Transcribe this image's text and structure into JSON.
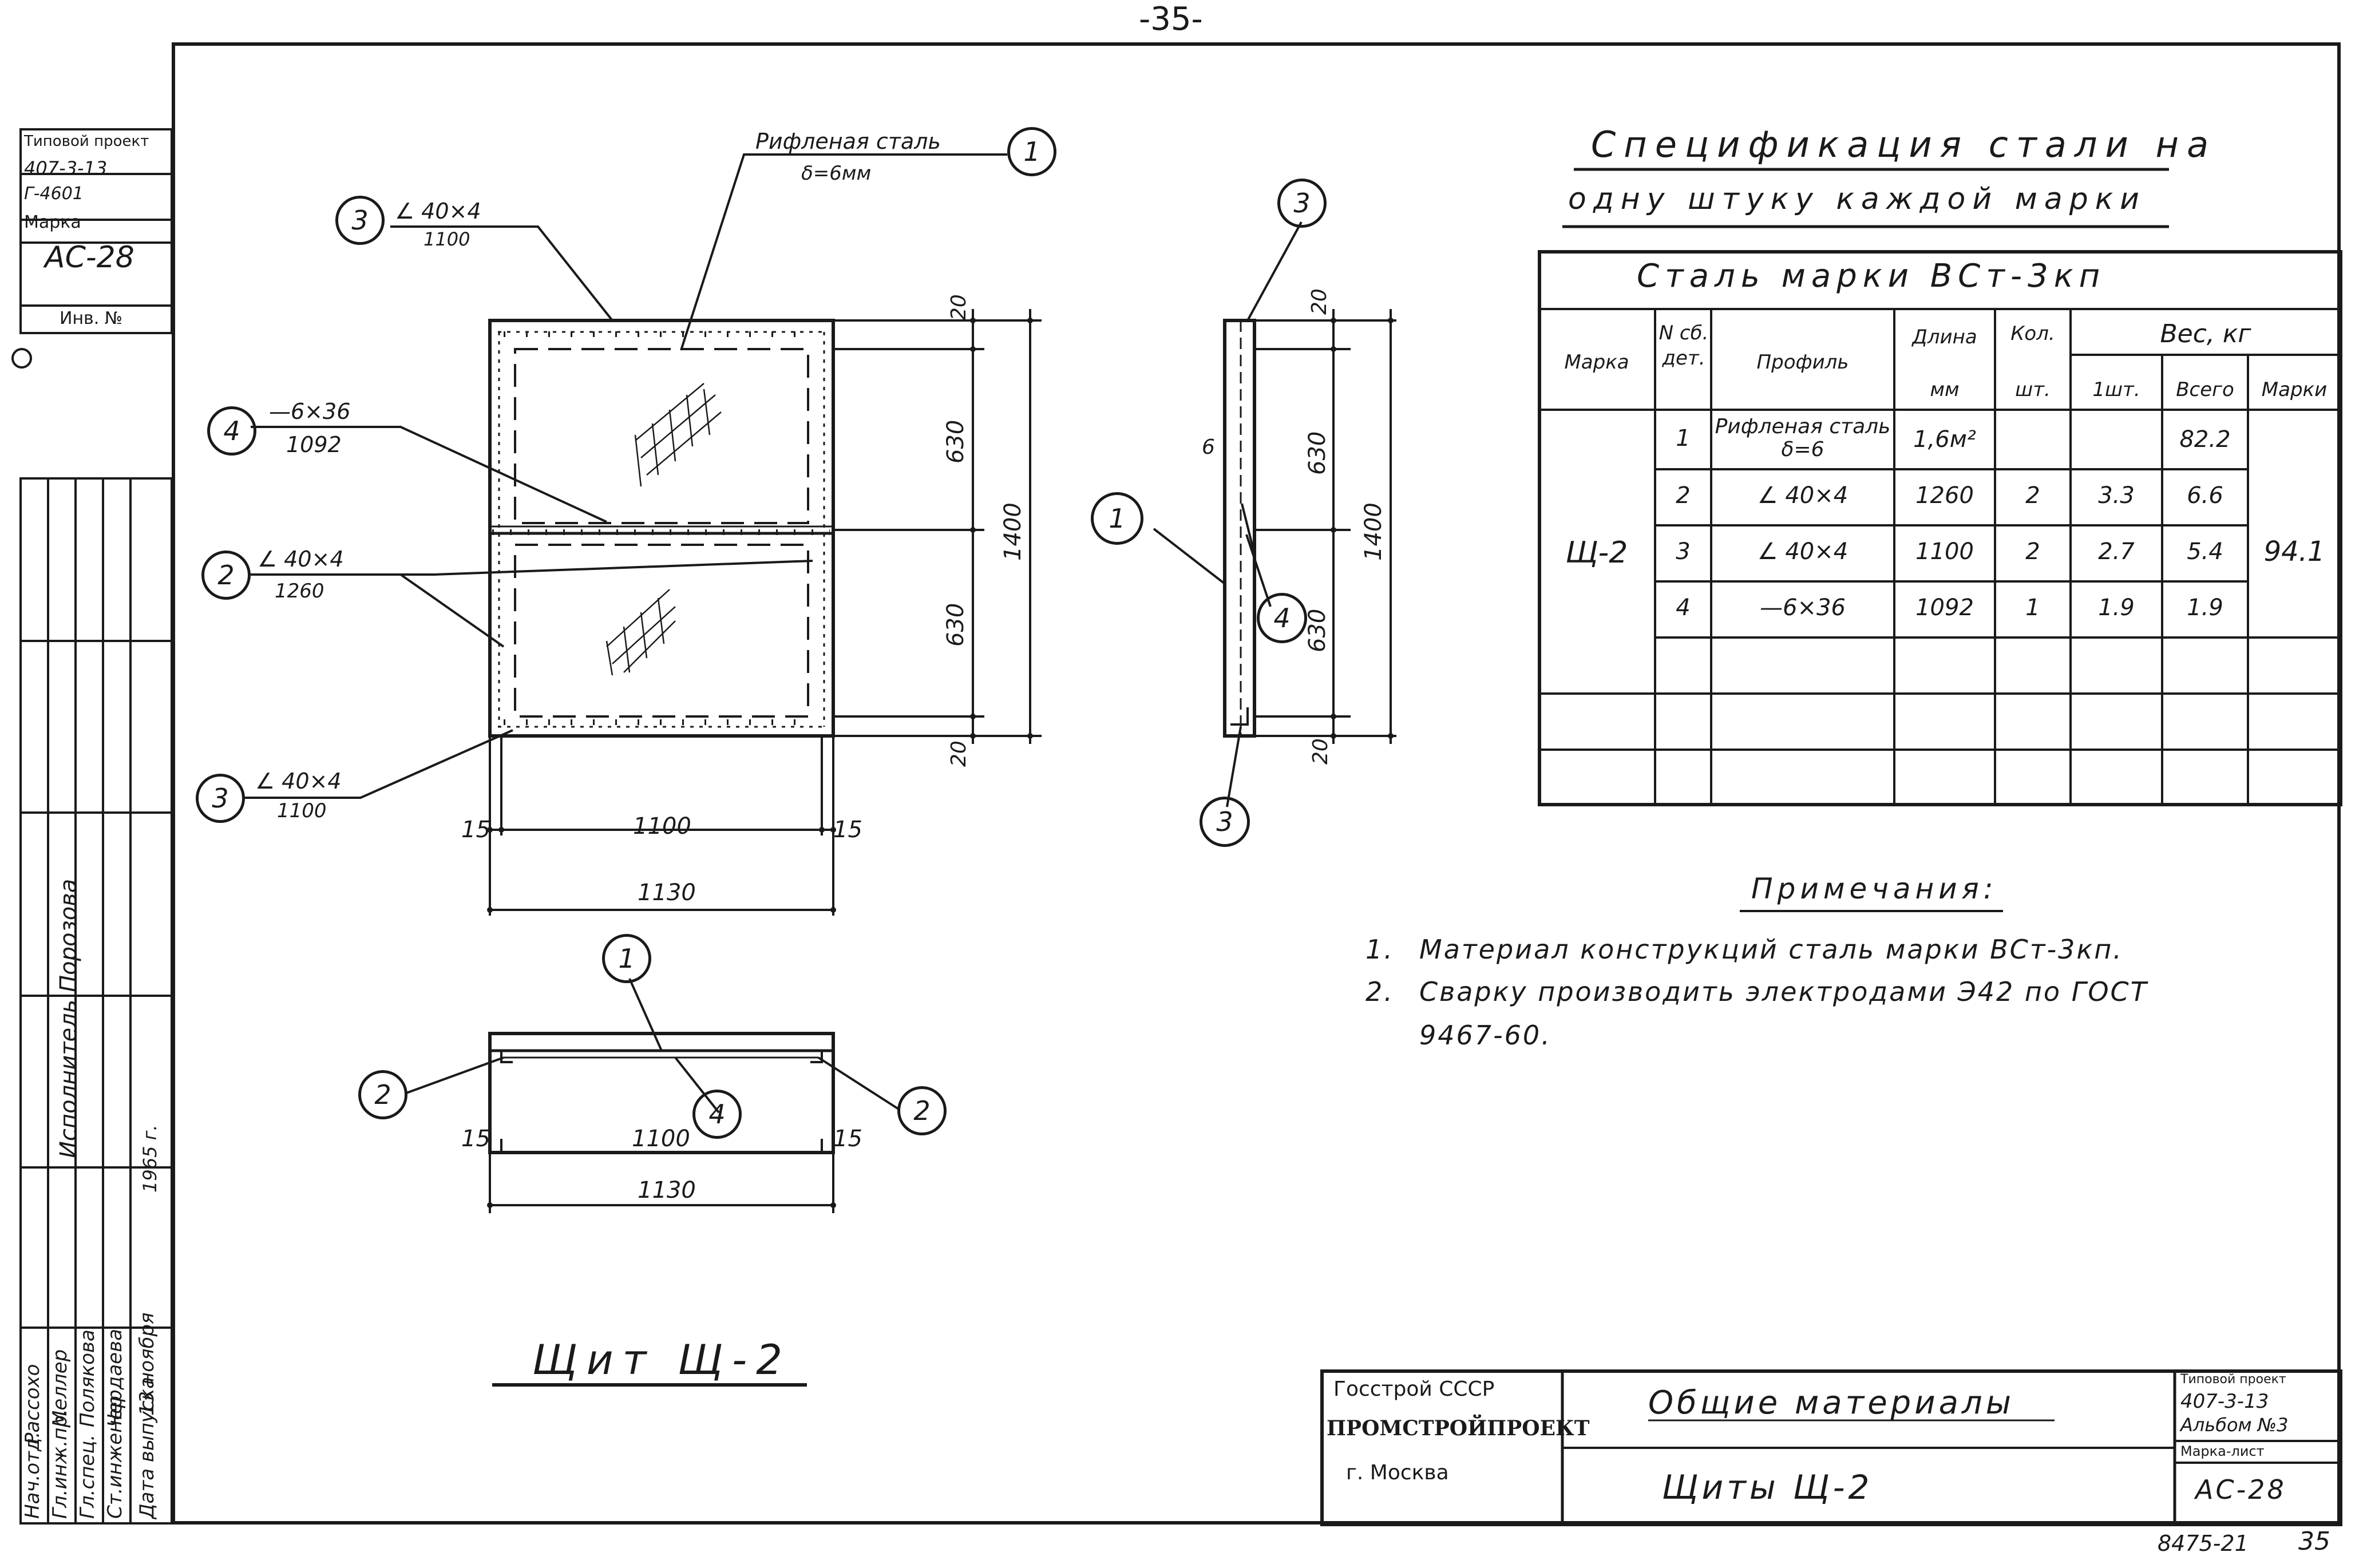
{
  "page_number": "-35-",
  "sidebar": {
    "stamp_lines": [
      "Типовой проект",
      "407-3-13",
      "Г-4601",
      "Марка",
      "АС-28",
      "Инв. №"
    ],
    "signatures_roles": [
      "Нач.отд.",
      "Гл.инж.пр.",
      "Гл.спец.",
      "Ст.инженер",
      "Дата выпуска"
    ],
    "signatures_names": [
      "Рассохо",
      "Меллер",
      "Полякова",
      "Чердаева",
      "13 ноября"
    ],
    "year": "1965 г.",
    "executor": "Исполнитель Порозова"
  },
  "spec": {
    "title": "Спецификация стали на",
    "subtitle": "одну штуку каждой марки",
    "steel_grade": "Сталь марки ВСт-3кп",
    "headers": {
      "mark": "Марка",
      "part_no": "N сб. дет.",
      "profile": "Профиль",
      "length": "Длина",
      "length_unit": "мм",
      "qty": "Кол.",
      "qty_unit": "шт.",
      "weight": "Вес, кг",
      "w_one": "1шт.",
      "w_all": "Всего",
      "w_mark": "Марки"
    },
    "mark_value": "Щ-2",
    "mark_total": "94.1",
    "rows": [
      {
        "n": "1",
        "profile": "Рифленая сталь δ=6",
        "length": "1,6м²",
        "qty": "",
        "w1": "",
        "wall": "82.2"
      },
      {
        "n": "2",
        "profile": "∠ 40×4",
        "length": "1260",
        "qty": "2",
        "w1": "3.3",
        "wall": "6.6"
      },
      {
        "n": "3",
        "profile": "∠ 40×4",
        "length": "1100",
        "qty": "2",
        "w1": "2.7",
        "wall": "5.4"
      },
      {
        "n": "4",
        "profile": "—6×36",
        "length": "1092",
        "qty": "1",
        "w1": "1.9",
        "wall": "1.9"
      }
    ]
  },
  "notes": {
    "title": "Примечания:",
    "items": [
      {
        "n": "1.",
        "text": "Материал конструкций сталь марки ВСт-3кп."
      },
      {
        "n": "2.",
        "text": "Сварку производить электродами Э42 по ГОСТ"
      },
      {
        "n": "",
        "text": "9467-60."
      }
    ]
  },
  "callouts": {
    "plate_label": "Рифленая сталь",
    "plate_thickness": "δ=6мм",
    "angle_top": "∠ 40×4",
    "angle_top_len": "1100",
    "strip": "—6×36",
    "strip_len": "1092",
    "angle_side": "∠ 40×4",
    "angle_side_len": "1260",
    "angle_bottom": "∠ 40×4",
    "angle_bottom_len": "1100",
    "b1": "1",
    "b2": "2",
    "b3": "3",
    "b4": "4"
  },
  "dims": {
    "d15": "15",
    "d1100": "1100",
    "d1130": "1130",
    "d20": "20",
    "d630": "630",
    "d1400": "1400",
    "d6": "6"
  },
  "drawing_title": "Щит Щ-2",
  "title_block": {
    "org1": "Госстрой СССР",
    "org2": "ПРОМСТРОЙПРОЕКТ",
    "city": "г. Москва",
    "section": "Общие материалы",
    "sheet_name": "Щиты Щ-2",
    "proj_label": "Типовой проект",
    "proj_no": "407-3-13",
    "album": "Альбом №3",
    "mark_label": "Марка-лист",
    "mark": "АС-28"
  },
  "footer_code": "8475-21",
  "footer_sheet": "35"
}
